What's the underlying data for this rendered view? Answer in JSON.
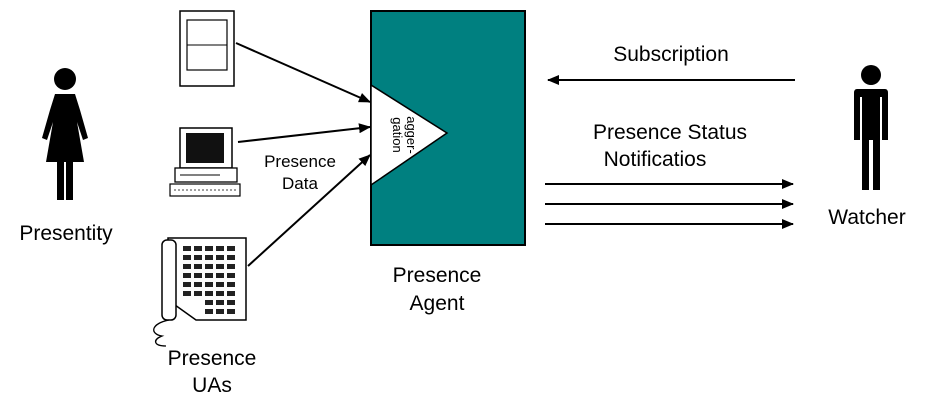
{
  "diagram": {
    "presentity_label": "Presentity",
    "watcher_label": "Watcher",
    "presence_uas_label_line1": "Presence",
    "presence_uas_label_line2": "UAs",
    "presence_data_label_line1": "Presence",
    "presence_data_label_line2": "Data",
    "agent_label_line1": "Presence",
    "agent_label_line2": "Agent",
    "aggregation_label_line1": "agger-",
    "aggregation_label_line2": "gation",
    "subscription_label": "Subscription",
    "notifications_label_line1": "Presence Status",
    "notifications_label_line2": "Notificatios",
    "colors": {
      "agent_fill": "#008080",
      "stroke": "#000000",
      "background": "#ffffff"
    },
    "icons": {
      "presentity": "woman-figure-icon",
      "watcher": "man-figure-icon",
      "ua_1": "pda-device-icon",
      "ua_2": "desktop-computer-icon",
      "ua_3": "desk-phone-icon"
    }
  }
}
